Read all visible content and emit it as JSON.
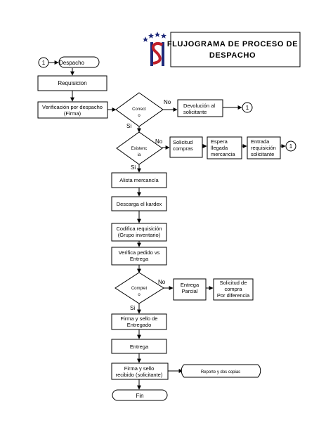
{
  "title": {
    "line1": "FLUJOGRAMA DE PROCESO DE",
    "line2": "DESPACHO",
    "logo": "institution-logo-with-stars",
    "logo_colors": {
      "primary": "#1f2a7a",
      "accent": "#c0202a"
    }
  },
  "connectors": {
    "start": "1",
    "end1": "1",
    "end2": "1"
  },
  "nodes": {
    "despacho": "Despacho",
    "requisicion": "Requisicion",
    "verificacion_l1": "Verificación por despacho",
    "verificacion_l2": "(Firma)",
    "correcto_l1": "Correct",
    "correcto_l2": "o",
    "devolucion_l1": "Devolución al",
    "devolucion_l2": "solicitante",
    "existencia_l1": "Existenc",
    "existencia_l2": "ia",
    "solicitud_l1": "Solicitud",
    "solicitud_l2": "compras",
    "espera_l1": "Espera",
    "espera_l2": "llegada",
    "espera_l3": "mercancia",
    "entrada_l1": "Entrada",
    "entrada_l2": "requisición",
    "entrada_l3": "solicitante",
    "alista": "Alista mercancía",
    "descarga": "Descarga el kardex",
    "codifica_l1": "Codifica requisición",
    "codifica_l2": "(Grupo inventario)",
    "verifica_l1": "Verifica pedido vs",
    "verifica_l2": "Entrega",
    "completo_l1": "Complet",
    "completo_l2": "o",
    "entrega_parcial_l1": "Entrega",
    "entrega_parcial_l2": "Parcial",
    "solicitud_compra_l1": "Solicitud de",
    "solicitud_compra_l2": "compra",
    "solicitud_compra_l3": "Por diferencia",
    "firma_entregado_l1": "Firma y sello de",
    "firma_entregado_l2": "Entregado",
    "entrega": "Entrega",
    "firma_recibido_l1": "Firma y sello",
    "firma_recibido_l2": "recibido (solicitante)",
    "reporte": "Reporte y dos copias",
    "fin": "Fin"
  },
  "edge_labels": {
    "no": "No",
    "si": "Si"
  }
}
